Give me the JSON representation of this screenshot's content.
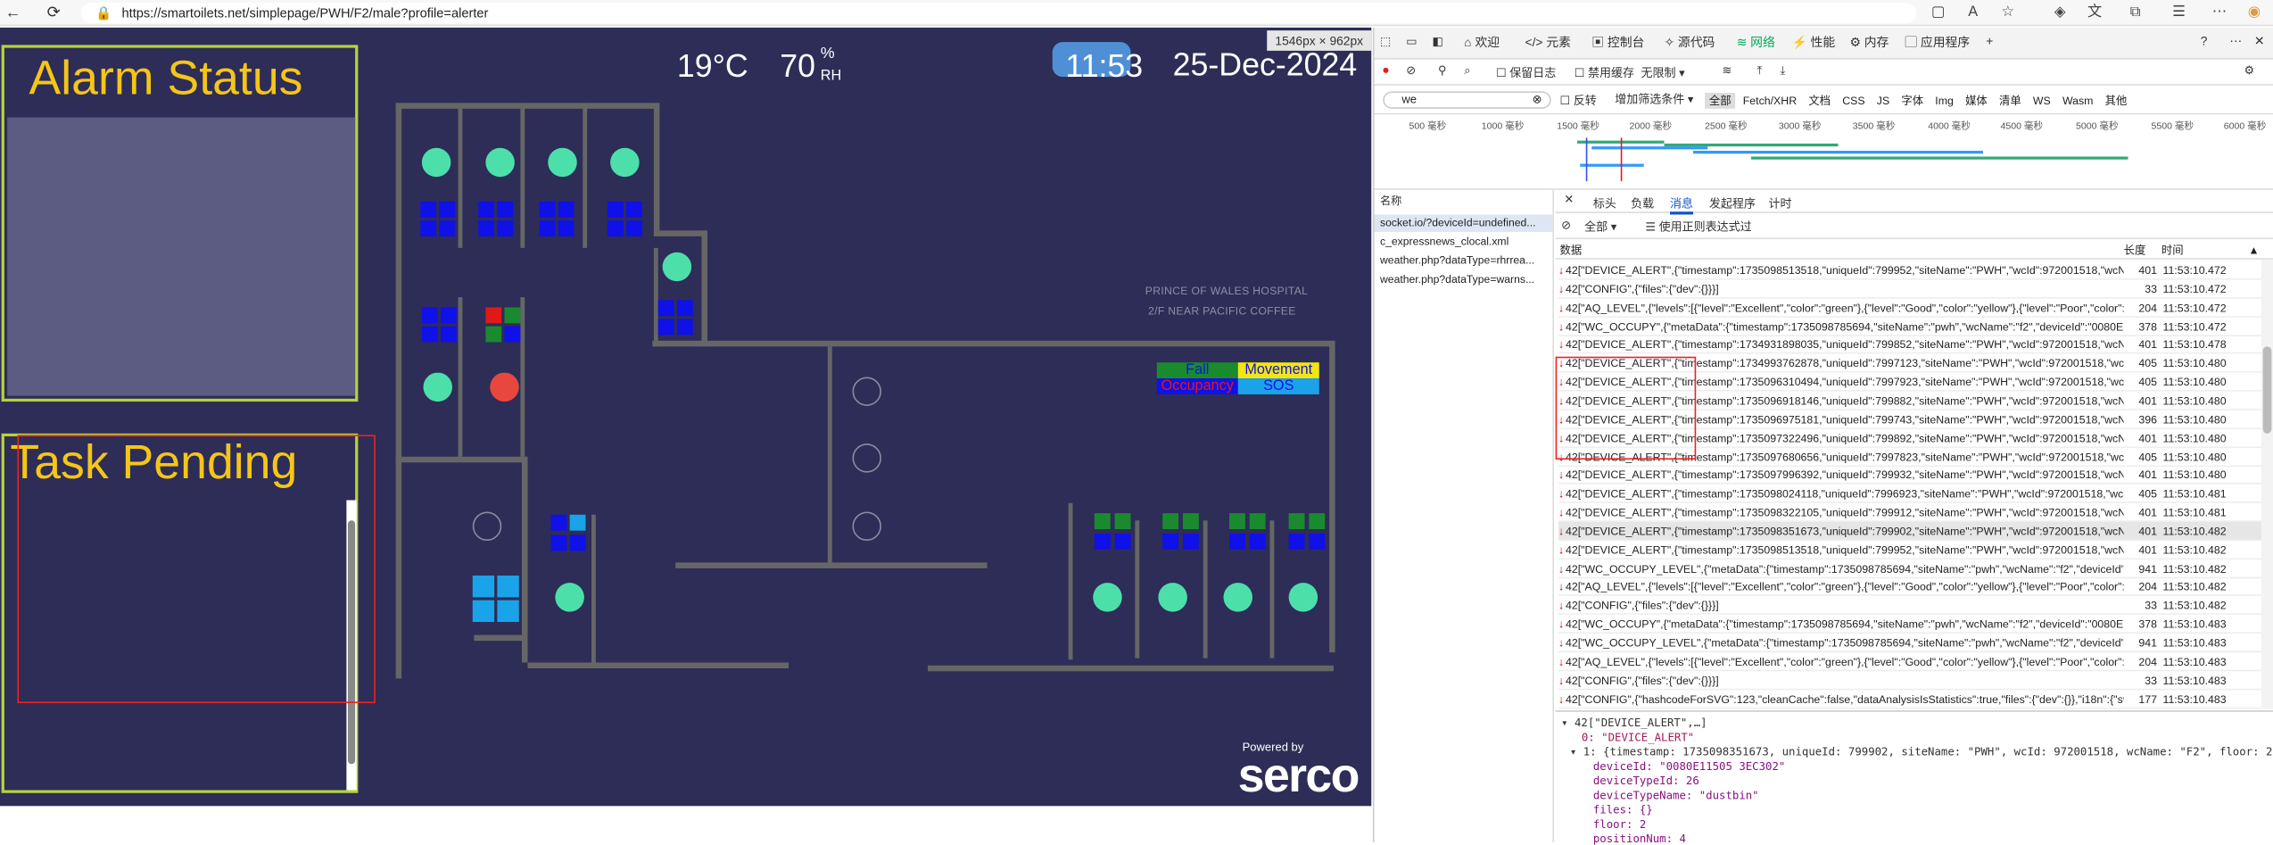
{
  "browser": {
    "url": "https://smartoilets.net/simplepage/PWH/F2/male?profile=alerter",
    "viewport_badge": "1546px × 962px"
  },
  "app": {
    "temperature": "19°C",
    "humidity_value": "70",
    "humidity_unit_top": "%",
    "humidity_unit_bottom": "RH",
    "time": "11:53",
    "date": "25-Dec-2024",
    "alarm_title": "Alarm Status",
    "task_title": "Task Pending",
    "location_line1": "PRINCE OF WALES HOSPITAL",
    "location_line2": "2/F NEAR PACIFIC COFFEE",
    "legend": {
      "fall": "Fall",
      "movement": "Movement",
      "occupancy": "Occupancy",
      "sos": "SOS"
    },
    "powered_by": "Powered by",
    "brand": "serco",
    "colors": {
      "bg": "#2d2d57",
      "panel_border": "#b6d23e",
      "title": "#f5c518",
      "seat": "#4ddfaa",
      "alert": "#e8473e",
      "device": "#1010e8",
      "sos": "#1aa3e8"
    }
  },
  "devtools": {
    "tabs": [
      "欢迎",
      "元素",
      "控制台",
      "源代码",
      "网络",
      "性能",
      "内存",
      "应用程序"
    ],
    "toolbar": {
      "preserve_log": "保留日志",
      "disable_cache": "禁用缓存",
      "throttle": "无限制"
    },
    "filter": {
      "value": "we",
      "invert": "反转",
      "more_filters": "增加筛选条件",
      "types": [
        "全部",
        "Fetch/XHR",
        "文档",
        "CSS",
        "JS",
        "字体",
        "Img",
        "媒体",
        "清单",
        "WS",
        "Wasm",
        "其他"
      ]
    },
    "timeline_ticks": [
      "500 毫秒",
      "1000 毫秒",
      "1500 毫秒",
      "2000 毫秒",
      "2500 毫秒",
      "3000 毫秒",
      "3500 毫秒",
      "4000 毫秒",
      "4500 毫秒",
      "5000 毫秒",
      "5500 毫秒",
      "6000 毫秒"
    ],
    "name_header": "名称",
    "requests": [
      "socket.io/?deviceId=undefined...",
      "c_expressnews_clocal.xml",
      "weather.php?dataType=rhrrea...",
      "weather.php?dataType=warns..."
    ],
    "detail_tabs": [
      "标头",
      "负载",
      "消息",
      "发起程序",
      "计时"
    ],
    "msg_filter": {
      "all": "全部",
      "regex": "使用正则表达式过"
    },
    "columns": {
      "data": "数据",
      "length": "长度",
      "time": "时间"
    },
    "messages": [
      {
        "d": "42[\"DEVICE_ALERT\",{\"timestamp\":1735098513518,\"uniqueId\":799952,\"siteName\":\"PWH\",\"wcId\":972001518,\"wcNam...",
        "l": "401",
        "t": "11:53:10.472"
      },
      {
        "d": "42[\"CONFIG\",{\"files\":{\"dev\":{}}}]",
        "l": "33",
        "t": "11:53:10.472"
      },
      {
        "d": "42[\"AQ_LEVEL\",{\"levels\":[{\"level\":\"Excellent\",\"color\":\"green\"},{\"level\":\"Good\",\"color\":\"yellow\"},{\"level\":\"Poor\",\"color\":\"...",
        "l": "204",
        "t": "11:53:10.472"
      },
      {
        "d": "42[\"WC_OCCUPY\",{\"metaData\":{\"timestamp\":1735098785694,\"siteName\":\"pwh\",\"wcName\":\"f2\",\"deviceId\":\"0080E11...",
        "l": "378",
        "t": "11:53:10.472"
      },
      {
        "d": "42[\"DEVICE_ALERT\",{\"timestamp\":1734931898035,\"uniqueId\":799852,\"siteName\":\"PWH\",\"wcId\":972001518,\"wcNam...",
        "l": "401",
        "t": "11:53:10.478"
      },
      {
        "d": "42[\"DEVICE_ALERT\",{\"timestamp\":1734993762878,\"uniqueId\":7997123,\"siteName\":\"PWH\",\"wcId\":972001518,\"wcNa...",
        "l": "405",
        "t": "11:53:10.480"
      },
      {
        "d": "42[\"DEVICE_ALERT\",{\"timestamp\":1735096310494,\"uniqueId\":7997923,\"siteName\":\"PWH\",\"wcId\":972001518,\"wcNa...",
        "l": "405",
        "t": "11:53:10.480"
      },
      {
        "d": "42[\"DEVICE_ALERT\",{\"timestamp\":1735096918146,\"uniqueId\":799882,\"siteName\":\"PWH\",\"wcId\":972001518,\"wcNam...",
        "l": "401",
        "t": "11:53:10.480"
      },
      {
        "d": "42[\"DEVICE_ALERT\",{\"timestamp\":1735096975181,\"uniqueId\":799743,\"siteName\":\"PWH\",\"wcId\":972001518,\"wcNam...",
        "l": "396",
        "t": "11:53:10.480"
      },
      {
        "d": "42[\"DEVICE_ALERT\",{\"timestamp\":1735097322496,\"uniqueId\":799892,\"siteName\":\"PWH\",\"wcId\":972001518,\"wcNam...",
        "l": "401",
        "t": "11:53:10.480"
      },
      {
        "d": "42[\"DEVICE_ALERT\",{\"timestamp\":1735097680656,\"uniqueId\":7997823,\"siteName\":\"PWH\",\"wcId\":972001518,\"wcNa...",
        "l": "405",
        "t": "11:53:10.480"
      },
      {
        "d": "42[\"DEVICE_ALERT\",{\"timestamp\":1735097996392,\"uniqueId\":799932,\"siteName\":\"PWH\",\"wcId\":972001518,\"wcNam...",
        "l": "401",
        "t": "11:53:10.480"
      },
      {
        "d": "42[\"DEVICE_ALERT\",{\"timestamp\":1735098024118,\"uniqueId\":7996923,\"siteName\":\"PWH\",\"wcId\":972001518,\"wcNa...",
        "l": "405",
        "t": "11:53:10.481"
      },
      {
        "d": "42[\"DEVICE_ALERT\",{\"timestamp\":1735098322105,\"uniqueId\":799912,\"siteName\":\"PWH\",\"wcId\":972001518,\"wcNam...",
        "l": "401",
        "t": "11:53:10.481"
      },
      {
        "d": "42[\"DEVICE_ALERT\",{\"timestamp\":1735098351673,\"uniqueId\":799902,\"siteName\":\"PWH\",\"wcId\":972001518,\"wcNam...",
        "l": "401",
        "t": "11:53:10.482"
      },
      {
        "d": "42[\"DEVICE_ALERT\",{\"timestamp\":1735098513518,\"uniqueId\":799952,\"siteName\":\"PWH\",\"wcId\":972001518,\"wcNam...",
        "l": "401",
        "t": "11:53:10.482"
      },
      {
        "d": "42[\"WC_OCCUPY_LEVEL\",{\"metaData\":{\"timestamp\":1735098785694,\"siteName\":\"pwh\",\"wcName\":\"f2\",\"deviceId\":\"0...",
        "l": "941",
        "t": "11:53:10.482"
      },
      {
        "d": "42[\"AQ_LEVEL\",{\"levels\":[{\"level\":\"Excellent\",\"color\":\"green\"},{\"level\":\"Good\",\"color\":\"yellow\"},{\"level\":\"Poor\",\"color\":\"...",
        "l": "204",
        "t": "11:53:10.482"
      },
      {
        "d": "42[\"CONFIG\",{\"files\":{\"dev\":{}}}]",
        "l": "33",
        "t": "11:53:10.482"
      },
      {
        "d": "42[\"WC_OCCUPY\",{\"metaData\":{\"timestamp\":1735098785694,\"siteName\":\"pwh\",\"wcName\":\"f2\",\"deviceId\":\"0080E11...",
        "l": "378",
        "t": "11:53:10.483"
      },
      {
        "d": "42[\"WC_OCCUPY_LEVEL\",{\"metaData\":{\"timestamp\":1735098785694,\"siteName\":\"pwh\",\"wcName\":\"f2\",\"deviceId\":\"0...",
        "l": "941",
        "t": "11:53:10.483"
      },
      {
        "d": "42[\"AQ_LEVEL\",{\"levels\":[{\"level\":\"Excellent\",\"color\":\"green\"},{\"level\":\"Good\",\"color\":\"yellow\"},{\"level\":\"Poor\",\"color\":\"...",
        "l": "204",
        "t": "11:53:10.483"
      },
      {
        "d": "42[\"CONFIG\",{\"files\":{\"dev\":{}}}]",
        "l": "33",
        "t": "11:53:10.483"
      },
      {
        "d": "42[\"CONFIG\",{\"hashcodeForSVG\":123,\"cleanCache\":false,\"dataAnalysisIsStatistics\":true,\"files\":{\"dev\":{}},\"i18n\":{\"switc...",
        "l": "177",
        "t": "11:53:10.483"
      }
    ],
    "inspector": [
      "▾ 42[\"DEVICE_ALERT\",…]",
      "0: \"DEVICE_ALERT\"",
      "▾ 1: {timestamp: 1735098351673, uniqueId: 799902, siteName: \"PWH\", wcId: 972001518, wcName: \"F2\", floor: 2,…}",
      "deviceId: \"0080E11505 3EC302\"",
      "deviceTypeId: 26",
      "deviceTypeName: \"dustbin\"",
      "files: {}",
      "floor: 2",
      "positionNum: 4"
    ]
  }
}
